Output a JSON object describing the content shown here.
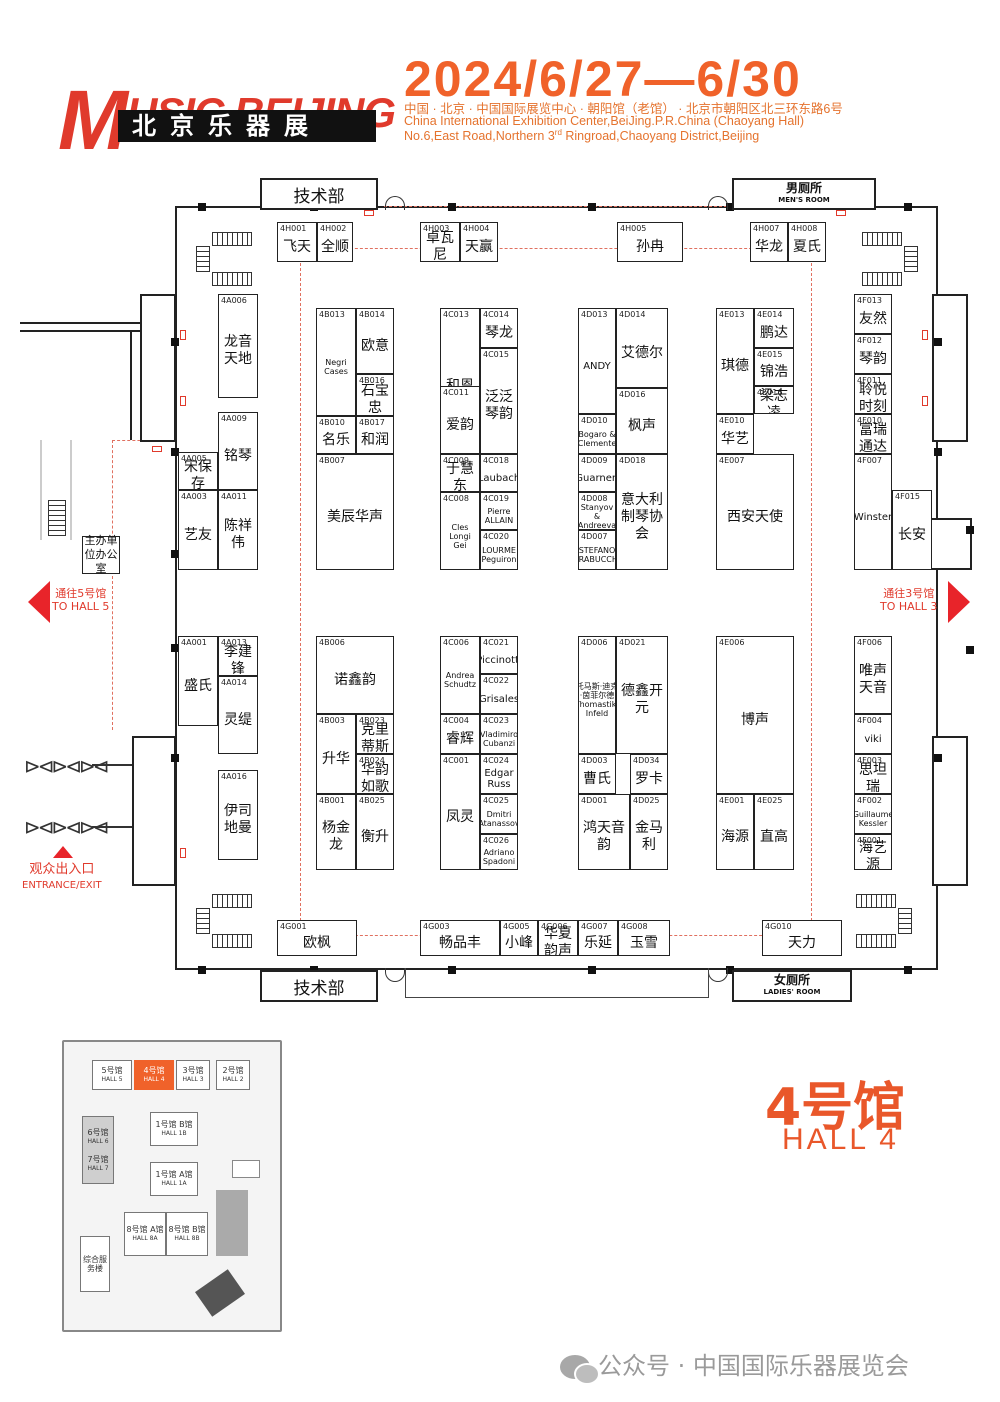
{
  "header": {
    "logo_top": "MUSIC BEIJING",
    "logo_m": "M",
    "logo_rest": "USIC BEIJING",
    "logo_cn": "北京乐器展",
    "date": "2024/6/27—6/30",
    "addr_cn": "中国 · 北京 · 中国国际展览中心 · 朝阳馆（老馆） · 北京市朝阳区北三环东路6号",
    "addr_en1": "China International Exhibition Center,BeiJing.P.R.China (Chaoyang Hall)",
    "addr_en2": "No.6,East Road,Northern 3rd Ringroad,Chaoyang District,Beijing"
  },
  "facilities": {
    "tech_top": "技术部",
    "tech_bottom": "技术部",
    "mens_cn": "男厕所",
    "mens_en": "MEN'S ROOM",
    "ladies_cn": "女厕所",
    "ladies_en": "LADIES' ROOM",
    "organizer_office": "主办单位办公室",
    "to_hall5_cn": "通往5号馆",
    "to_hall5_en": "TO HALL 5",
    "to_hall3_cn": "通往3号馆",
    "to_hall3_en": "TO HALL 3",
    "entrance_cn": "观众出入口",
    "entrance_en": "ENTRANCE/EXIT"
  },
  "booths": [
    {
      "code": "4H001",
      "name": "飞天"
    },
    {
      "code": "4H002",
      "name": "全顺"
    },
    {
      "code": "4H003",
      "name": "卓瓦尼"
    },
    {
      "code": "4H004",
      "name": "天赢"
    },
    {
      "code": "4H005",
      "name": "孙冉"
    },
    {
      "code": "4H007",
      "name": "华龙"
    },
    {
      "code": "4H008",
      "name": "夏氏"
    },
    {
      "code": "4A006",
      "name": "龙音天地"
    },
    {
      "code": "4A009",
      "name": "铭琴"
    },
    {
      "code": "4A005",
      "name": "宋保存"
    },
    {
      "code": "4A003",
      "name": "艺友"
    },
    {
      "code": "4A011",
      "name": "陈祥伟"
    },
    {
      "code": "4A001",
      "name": "盛氏"
    },
    {
      "code": "4A013",
      "name": "李建锋"
    },
    {
      "code": "4A014",
      "name": "灵缇"
    },
    {
      "code": "4A016",
      "name": "伊司地曼"
    },
    {
      "code": "4B013",
      "name": "Negri Cases"
    },
    {
      "code": "4B014",
      "name": "欧意"
    },
    {
      "code": "4B016",
      "name": "石宝忠"
    },
    {
      "code": "4B010",
      "name": "名乐"
    },
    {
      "code": "4B017",
      "name": "和润"
    },
    {
      "code": "4B007",
      "name": "美辰华声"
    },
    {
      "code": "4B006",
      "name": "诺鑫韵"
    },
    {
      "code": "4B003",
      "name": "升华"
    },
    {
      "code": "4B023",
      "name": "克里蒂斯"
    },
    {
      "code": "4B024",
      "name": "华韵如歌"
    },
    {
      "code": "4B001",
      "name": "杨金龙"
    },
    {
      "code": "4B025",
      "name": "衡升"
    },
    {
      "code": "4C013",
      "name": "和恩"
    },
    {
      "code": "4C014",
      "name": "琴龙"
    },
    {
      "code": "4C015",
      "name": "泛泛琴韵"
    },
    {
      "code": "4C011",
      "name": "爱韵"
    },
    {
      "code": "4C009",
      "name": "于慧东"
    },
    {
      "code": "4C018",
      "name": "Laubach"
    },
    {
      "code": "4C008",
      "name": "Cles Longi Gei"
    },
    {
      "code": "4C019",
      "name": "Pierre ALLAIN"
    },
    {
      "code": "4C020",
      "name": "LOURME Peguiron"
    },
    {
      "code": "4C006",
      "name": "Andrea Schudtz"
    },
    {
      "code": "4C021",
      "name": "Piccinotti"
    },
    {
      "code": "4C022",
      "name": "Grisales"
    },
    {
      "code": "4C004",
      "name": "睿辉"
    },
    {
      "code": "4C023",
      "name": "Vladimiro Cubanzi"
    },
    {
      "code": "4C001",
      "name": "凤灵"
    },
    {
      "code": "4C024",
      "name": "Edgar Russ"
    },
    {
      "code": "4C025",
      "name": "Dmitri Atanassov"
    },
    {
      "code": "4C026",
      "name": "Adriano Spadoni"
    },
    {
      "code": "4D013",
      "name": "ANDY"
    },
    {
      "code": "4D014",
      "name": "艾德尔"
    },
    {
      "code": "4D016",
      "name": "枫声"
    },
    {
      "code": "4D010",
      "name": "Bogaro & Clemente"
    },
    {
      "code": "4D009",
      "name": "Guarneri"
    },
    {
      "code": "4D018",
      "name": "意大利制琴协会"
    },
    {
      "code": "4D008",
      "name": "Stanyov & Andreeva"
    },
    {
      "code": "4D007",
      "name": "STEFANO TRABUCCHI"
    },
    {
      "code": "4D006",
      "name": "托马斯·迪克·茵菲尔德 Thomastik-Infeld"
    },
    {
      "code": "4D021",
      "name": "德鑫开元"
    },
    {
      "code": "4D003",
      "name": "曹氏"
    },
    {
      "code": "4D034",
      "name": "罗卡"
    },
    {
      "code": "4D001",
      "name": "鸿天音韵"
    },
    {
      "code": "4D025",
      "name": "金马利"
    },
    {
      "code": "4E013",
      "name": "琪德"
    },
    {
      "code": "4E014",
      "name": "鹏达"
    },
    {
      "code": "4E015",
      "name": "锦浩"
    },
    {
      "code": "4E016",
      "name": "梁志凌"
    },
    {
      "code": "4E010",
      "name": "华艺"
    },
    {
      "code": "4E007",
      "name": "西安天使"
    },
    {
      "code": "4E006",
      "name": "博声"
    },
    {
      "code": "4E001",
      "name": "海源"
    },
    {
      "code": "4E025",
      "name": "直高"
    },
    {
      "code": "4F013",
      "name": "友然"
    },
    {
      "code": "4F012",
      "name": "琴韵"
    },
    {
      "code": "4F011",
      "name": "聆悦时刻"
    },
    {
      "code": "4F010",
      "name": "富瑞通达"
    },
    {
      "code": "4F007",
      "name": "Winster"
    },
    {
      "code": "4F015",
      "name": "长安"
    },
    {
      "code": "4F006",
      "name": "唯声天音"
    },
    {
      "code": "4F004",
      "name": "viki"
    },
    {
      "code": "4F003",
      "name": "思坦瑞"
    },
    {
      "code": "4F002",
      "name": "Guillaume Kessler"
    },
    {
      "code": "4F001",
      "name": "海艺源"
    },
    {
      "code": "4G001",
      "name": "欧枫"
    },
    {
      "code": "4G003",
      "name": "畅品丰"
    },
    {
      "code": "4G005",
      "name": "小峰"
    },
    {
      "code": "4G006",
      "name": "华夏韵声"
    },
    {
      "code": "4G007",
      "name": "乐延"
    },
    {
      "code": "4G008",
      "name": "玉雪"
    },
    {
      "code": "4G010",
      "name": "天力"
    }
  ],
  "minimap": {
    "hall5": "5号馆",
    "hall5_en": "HALL 5",
    "hall4": "4号馆",
    "hall4_en": "HALL 4",
    "hall3": "3号馆",
    "hall3_en": "HALL 3",
    "hall2": "2号馆",
    "hall2_en": "HALL 2",
    "hall1b": "1号馆 B馆",
    "hall1b_en": "HALL 1B",
    "hall1a": "1号馆 A馆",
    "hall1a_en": "HALL 1A",
    "hall6": "6号馆",
    "hall6_en": "HALL 6",
    "hall7": "7号馆",
    "hall7_en": "HALL 7",
    "hall8a": "8号馆 A馆",
    "hall8a_en": "HALL 8A",
    "hall8b": "8号馆 B馆",
    "hall8b_en": "HALL 8B",
    "service": "综合服务楼",
    "accent": "#f0622a"
  },
  "hall_title": "4号馆",
  "hall_subtitle": "HALL 4",
  "footer": "公众号 · 中国国际乐器展览会"
}
